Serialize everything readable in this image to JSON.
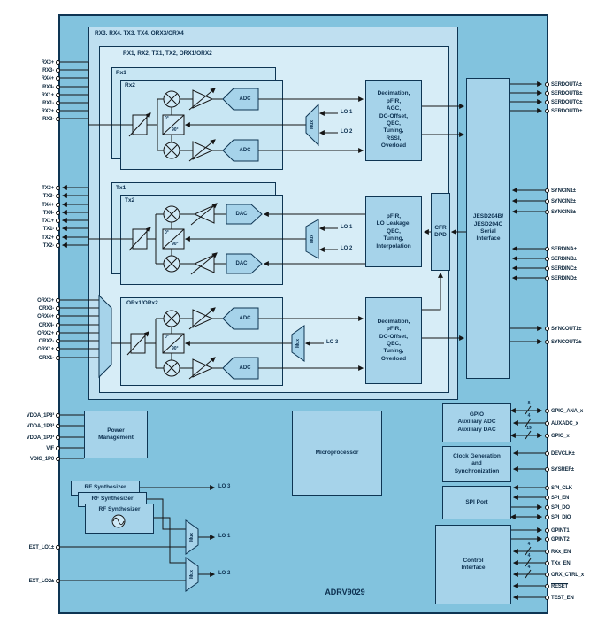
{
  "chip": {
    "name": "ADRV9029"
  },
  "groups": {
    "outer_label": "RX3, RX4, TX3, TX4, ORX3/ORX4",
    "inner_label": "RX1, RX2, TX1, TX2, ORX1/ORX2",
    "rx_back": "Rx1",
    "rx_front": "Rx2",
    "tx_back": "Tx1",
    "tx_front": "Tx2",
    "orx": "ORx1/ORx2"
  },
  "blocks": {
    "rx_dsp": "Decimation,\npFIR,\nAGC,\nDC-Offset,\nQEC,\nTuning,\nRSSI,\nOverload",
    "tx_dsp": "pFIR,\nLO Leakage,\nQEC,\nTuning,\nInterpolation",
    "cfr": "CFR\nDPD",
    "orx_dsp": "Decimation,\npFIR,\nDC-Offset,\nQEC,\nTuning,\nOverload",
    "jesd": "JESD204B/\nJESD204C\nSerial\nInterface",
    "power": "Power\nManagement",
    "micro": "Microprocessor",
    "gpio": "GPIO\nAuxiliary ADC\nAuxiliary DAC",
    "clock": "Clock Generation\nand\nSynchronization",
    "spi": "SPI Port",
    "ctrl": "Control\nInterface",
    "synth": "RF Synthesizer",
    "adc": "ADC",
    "dac": "DAC",
    "mux": "Mux",
    "phase_top": "0°",
    "phase_bottom": "90°"
  },
  "lo": {
    "lo1": "LO 1",
    "lo2": "LO 2",
    "lo3": "LO 3"
  },
  "bus_counts": {
    "gpio_ana": "8",
    "auxadc": "4",
    "gpio": "19",
    "rx_en": "4",
    "tx_en": "4",
    "orx_ctrl": "4"
  },
  "pins": {
    "left": [
      "RX3+",
      "RX3-",
      "RX4+",
      "RX4-",
      "RX1+",
      "RX1-",
      "RX2+",
      "RX2-",
      "TX3+",
      "TX3-",
      "TX4+",
      "TX4-",
      "TX1+",
      "TX1-",
      "TX2+",
      "TX2-",
      "ORX3+",
      "ORX3-",
      "ORX4+",
      "ORX4-",
      "ORX2+",
      "ORX2-",
      "ORX1+",
      "ORX1-",
      "VDDA_1P8³",
      "VDDA_1P3³",
      "VDDA_1P0³",
      "VIF",
      "VDIG_1P0",
      "EXT_LO1±",
      "EXT_LO2±"
    ],
    "right": [
      "SERDOUTA±",
      "SERDOUTB±",
      "SERDOUTC±",
      "SERDOUTD±",
      "SYNCIN1±",
      "SYNCIN2±",
      "SYNCIN3±",
      "SERDINA±",
      "SERDINB±",
      "SERDINC±",
      "SERDIND±",
      "SYNCOUT1±",
      "SYNCOUT2±",
      "GPIO_ANA_x",
      "AUXADC_x",
      "GPIO_x",
      "DEVCLK±",
      "SYSREF±",
      "SPI_CLK",
      "SPI_EN",
      "SPI_DO",
      "SPI_DIO",
      "GPINT1",
      "GPINT2",
      "RXx_EN",
      "TXx_EN",
      "ORX_CTRL_x",
      "RESET",
      "TEST_EN"
    ]
  }
}
